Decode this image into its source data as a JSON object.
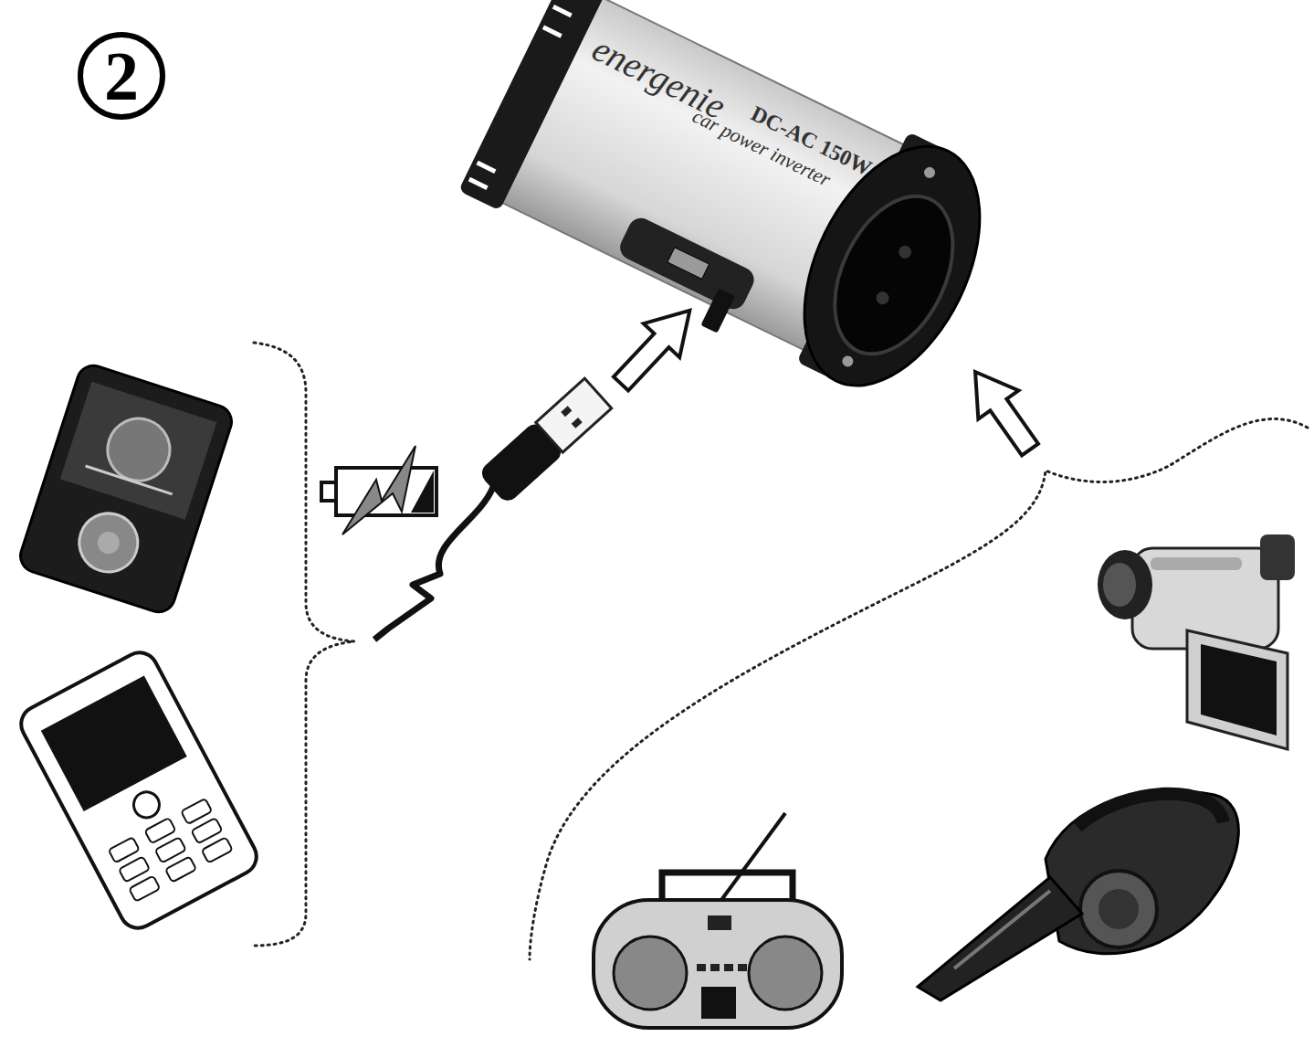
{
  "diagram": {
    "nodes": [
      {
        "text": [
          "2"
        ]
      }
    ],
    "labels": [
      "energenie",
      "DC-AC 150W",
      "car power inverter"
    ]
  }
}
